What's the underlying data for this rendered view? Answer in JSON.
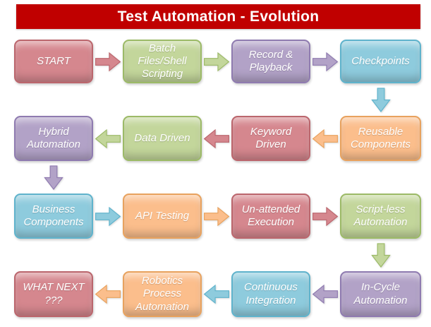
{
  "title": "Test Automation - Evolution",
  "title_bar": {
    "background": "#c00000",
    "text_color": "#ffffff"
  },
  "palette": {
    "red": {
      "fill": "#d5878e",
      "border": "#bb666d"
    },
    "green": {
      "fill": "#c3d69b",
      "border": "#9cba67"
    },
    "purple": {
      "fill": "#b2a2c7",
      "border": "#8f7bb0"
    },
    "blue": {
      "fill": "#8ecbdd",
      "border": "#5fb3cc"
    },
    "orange": {
      "fill": "#fbbe8c",
      "border": "#e8a25e"
    }
  },
  "boxes": [
    {
      "label": "START",
      "color": "red",
      "fill": "#d5878e",
      "border": "#bb666d"
    },
    {
      "label": "Batch\nFiles/Shell\nScripting",
      "color": "green",
      "fill": "#c3d69b",
      "border": "#9cba67"
    },
    {
      "label": "Record &\nPlayback",
      "color": "purple",
      "fill": "#b2a2c7",
      "border": "#8f7bb0"
    },
    {
      "label": "Checkpoints",
      "color": "blue",
      "fill": "#8ecbdd",
      "border": "#5fb3cc"
    },
    {
      "label": "Reusable\nComponents",
      "color": "orange",
      "fill": "#fbbe8c",
      "border": "#e8a25e"
    },
    {
      "label": "Keyword\nDriven",
      "color": "red",
      "fill": "#d5878e",
      "border": "#bb666d"
    },
    {
      "label": "Data Driven",
      "color": "green",
      "fill": "#c3d69b",
      "border": "#9cba67"
    },
    {
      "label": "Hybrid\nAutomation",
      "color": "purple",
      "fill": "#b2a2c7",
      "border": "#8f7bb0"
    },
    {
      "label": "Business\nComponents",
      "color": "blue",
      "fill": "#8ecbdd",
      "border": "#5fb3cc"
    },
    {
      "label": "API Testing",
      "color": "orange",
      "fill": "#fbbe8c",
      "border": "#e8a25e"
    },
    {
      "label": "Un-attended\nExecution",
      "color": "red",
      "fill": "#d5878e",
      "border": "#bb666d"
    },
    {
      "label": "Script-less\nAutomation",
      "color": "green",
      "fill": "#c3d69b",
      "border": "#9cba67"
    },
    {
      "label": "In-Cycle\nAutomation",
      "color": "purple",
      "fill": "#b2a2c7",
      "border": "#8f7bb0"
    },
    {
      "label": "Continuous\nIntegration",
      "color": "blue",
      "fill": "#8ecbdd",
      "border": "#5fb3cc"
    },
    {
      "label": "Robotics\nProcess\nAutomation",
      "color": "orange",
      "fill": "#fbbe8c",
      "border": "#e8a25e"
    },
    {
      "label": "WHAT NEXT\n???",
      "color": "red",
      "fill": "#d5878e",
      "border": "#bb666d"
    }
  ],
  "arrows": [
    {
      "direction": "right",
      "color": "red",
      "fill": "#d5878e",
      "border": "#bb666d"
    },
    {
      "direction": "right",
      "color": "green",
      "fill": "#c3d69b",
      "border": "#9cba67"
    },
    {
      "direction": "right",
      "color": "purple",
      "fill": "#b2a2c7",
      "border": "#8f7bb0"
    },
    {
      "direction": "down",
      "color": "blue",
      "fill": "#8ecbdd",
      "border": "#5fb3cc"
    },
    {
      "direction": "left",
      "color": "orange",
      "fill": "#fbbe8c",
      "border": "#e8a25e"
    },
    {
      "direction": "left",
      "color": "red",
      "fill": "#d5878e",
      "border": "#bb666d"
    },
    {
      "direction": "left",
      "color": "green",
      "fill": "#c3d69b",
      "border": "#9cba67"
    },
    {
      "direction": "down",
      "color": "purple",
      "fill": "#b2a2c7",
      "border": "#8f7bb0"
    },
    {
      "direction": "right",
      "color": "blue",
      "fill": "#8ecbdd",
      "border": "#5fb3cc"
    },
    {
      "direction": "right",
      "color": "orange",
      "fill": "#fbbe8c",
      "border": "#e8a25e"
    },
    {
      "direction": "right",
      "color": "red",
      "fill": "#d5878e",
      "border": "#bb666d"
    },
    {
      "direction": "down",
      "color": "green",
      "fill": "#c3d69b",
      "border": "#9cba67"
    },
    {
      "direction": "left",
      "color": "purple",
      "fill": "#b2a2c7",
      "border": "#8f7bb0"
    },
    {
      "direction": "left",
      "color": "blue",
      "fill": "#8ecbdd",
      "border": "#5fb3cc"
    },
    {
      "direction": "left",
      "color": "orange",
      "fill": "#fbbe8c",
      "border": "#e8a25e"
    }
  ]
}
